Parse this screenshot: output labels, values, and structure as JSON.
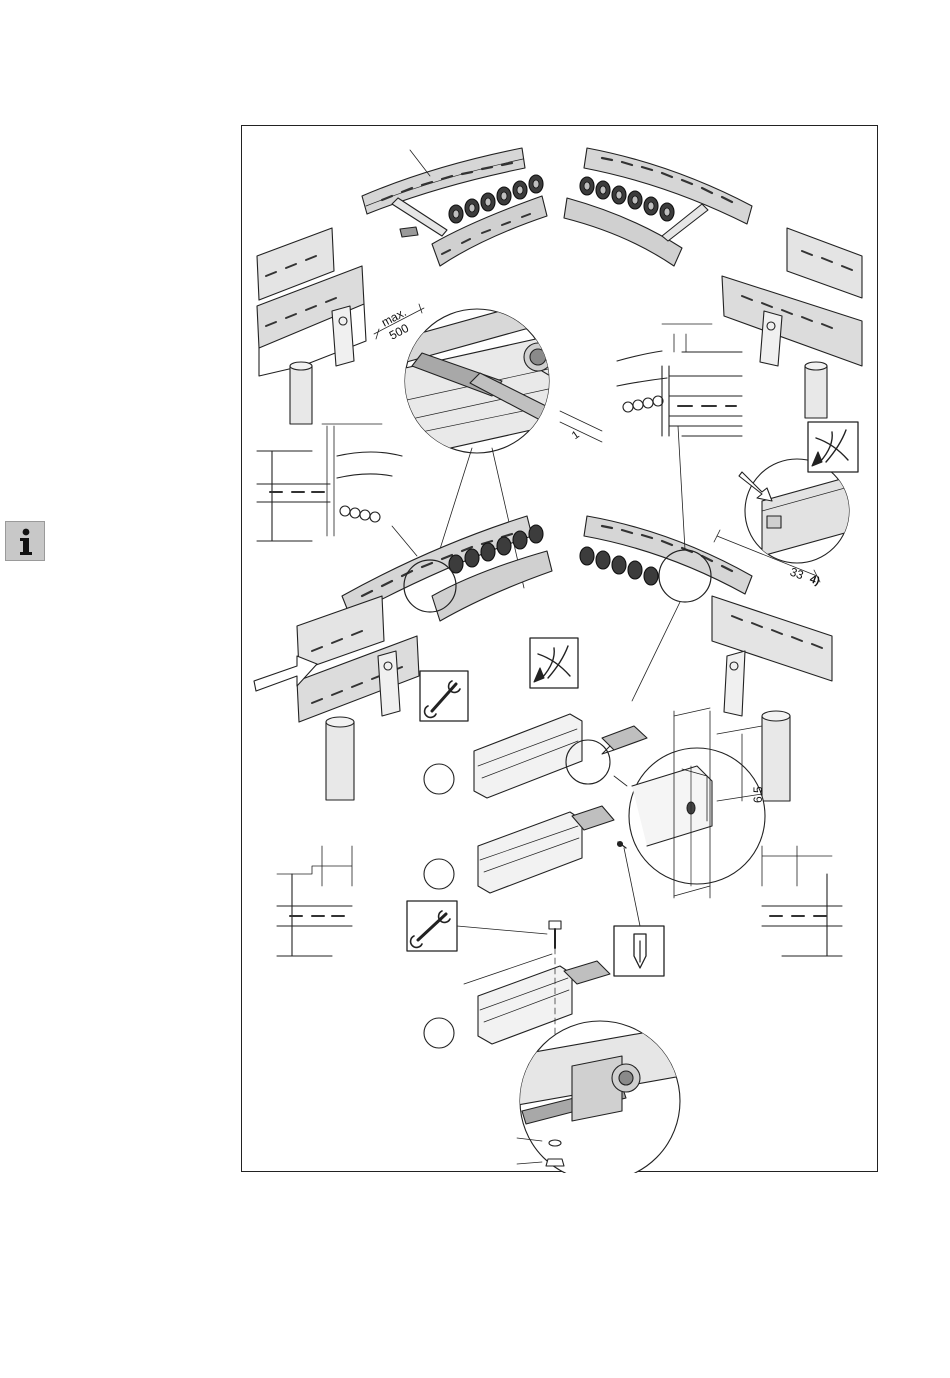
{
  "info_icon": {
    "icon": "info-icon",
    "glyph": "i"
  },
  "labels": {
    "max": "max.",
    "max_value": "500",
    "dim_33": "33",
    "dim_33_sup": "4)",
    "dim_65": "6.5",
    "dim_1": "1"
  },
  "tool_icons": [
    "wrench-icon",
    "twist-pliers-icon",
    "screwdriver-icon"
  ],
  "colors": {
    "stroke": "#222222",
    "metal": "#bdbdbd",
    "dark": "#4a4a4a",
    "info_bg": "#c8c8c8"
  }
}
